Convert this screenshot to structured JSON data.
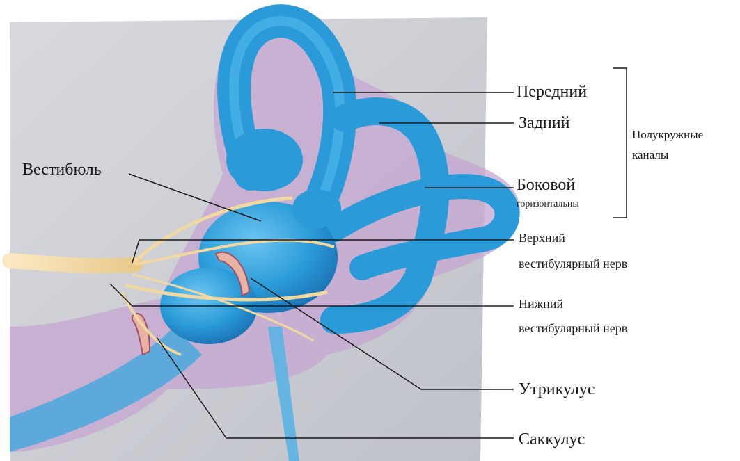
{
  "labels": {
    "anterior": "Передний",
    "posterior": "Задний",
    "lateral": "Боковой",
    "lateral_sub": "горизонтальны",
    "canals_line1": "Полукружные",
    "canals_line2": "каналы",
    "vestibule": "Вестибюль",
    "superior_nerve_line1": "Верхний",
    "superior_nerve_line2": "вестибулярный нерв",
    "inferior_nerve_line1": "Нижний",
    "inferior_nerve_line2": "вестибулярный нерв",
    "utricle": "Утрикулус",
    "saccule": "Саккулус"
  },
  "colors": {
    "background_panel": "#cfd1d6",
    "labyrinth_blue": "#2a9bd8",
    "labyrinth_dark": "#1b6fb2",
    "membrane_purple": "#b896c6",
    "nerve_yellow": "#f0d8a0",
    "leader_line": "#1a1a1a"
  }
}
